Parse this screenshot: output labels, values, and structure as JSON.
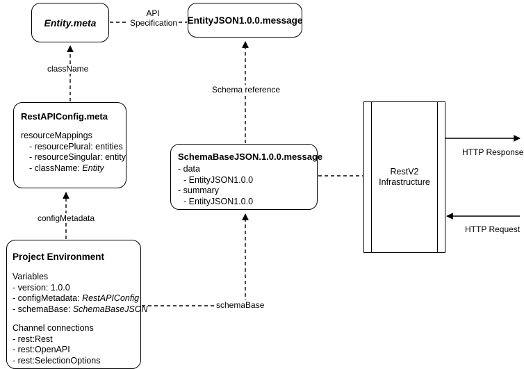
{
  "diagram": {
    "title": "RestV2 API specification diagram",
    "stroke_color": "#000000",
    "background_color": "#ffffff"
  },
  "nodes": {
    "entity_meta": {
      "title": "Entity.meta"
    },
    "entityjson_message": {
      "title": "EntityJSON1.0.0.message"
    },
    "restapiconfig_meta": {
      "title": "RestAPIConfig.meta",
      "lines": [
        "resourceMappings",
        "- resourcePlural: entities",
        "- resourceSingular: entity",
        "- className: ",
        "Entity"
      ],
      "section_label": "resourceMappings",
      "items": [
        "- resourcePlural: entities",
        "- resourceSingular: entity"
      ],
      "class_name_label": "- className: ",
      "class_name_value": "Entity"
    },
    "schemabase_message": {
      "title": "SchemaBaseJSON.1.0.0.message",
      "lines": [
        "- data",
        "- EntityJSON1.0.0",
        "- summary",
        "- EntityJSON1.0.0"
      ],
      "data_label": "- data",
      "data_value": "- EntityJSON1.0.0",
      "summary_label": "- summary",
      "summary_value": "- EntityJSON1.0.0"
    },
    "project_environment": {
      "title": "Project Environment",
      "variables_heading": "Variables",
      "version_label": "- version: 1.0.0",
      "config_metadata_label": "- configMetadata: ",
      "config_metadata_value": "RestAPIConfig",
      "schema_base_label": "- schemaBase: ",
      "schema_base_value": "SchemaBaseJSON",
      "channels_heading": "Channel connections",
      "channels": [
        "- rest:Rest",
        "- rest:OpenAPI",
        "- rest:SelectionOptions"
      ]
    },
    "restv2_infrastructure": {
      "line1": "RestV2",
      "line2": "Infrastructure"
    }
  },
  "edges": {
    "api_specification": {
      "line1": "API",
      "line2": "Specification"
    },
    "class_name": {
      "label": "className"
    },
    "schema_reference": {
      "label": "Schema reference"
    },
    "config_metadata": {
      "label": "configMetadata"
    },
    "schema_base": {
      "label": "schemaBase"
    },
    "http_response": {
      "label": "HTTP Response"
    },
    "http_request": {
      "label": "HTTP Request"
    }
  }
}
